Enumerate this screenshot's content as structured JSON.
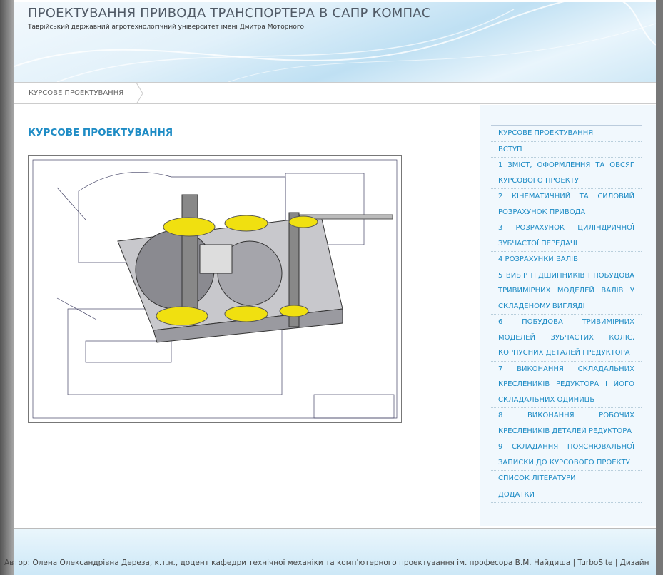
{
  "header": {
    "title": "ПРОЕКТУВАННЯ ПРИВОДА ТРАНСПОРТЕРА В САПР КОМПАС",
    "subtitle": "Таврійський державний агротехнологічний університет імені Дмитра Моторного"
  },
  "breadcrumb": {
    "current": "КУРСОВЕ ПРОЕКТУВАННЯ"
  },
  "main": {
    "heading": "КУРСОВЕ ПРОЕКТУВАННЯ"
  },
  "sidebar": {
    "items": [
      {
        "label": "КУРСОВЕ ПРОЕКТУВАННЯ"
      },
      {
        "label": "ВСТУП"
      },
      {
        "label": "1 ЗМІСТ, ОФОРМЛЕННЯ ТА ОБСЯГ КУРСОВОГО ПРОЕКТУ"
      },
      {
        "label": "2 КІНЕМАТИЧНИЙ ТА СИЛОВИЙ РОЗРАХУНОК ПРИВОДА"
      },
      {
        "label": "3 РОЗРАХУНОК ЦИЛІНДРИЧНОЇ ЗУБЧАСТОЇ ПЕРЕДАЧІ"
      },
      {
        "label": "4 РОЗРАХУНКИ ВАЛІВ"
      },
      {
        "label": "5 ВИБІР ПІДШИПНИКІВ І ПОБУДОВА ТРИВИМІРНИХ МОДЕЛЕЙ ВАЛІВ У СКЛАДЕНОМУ ВИГЛЯДІ"
      },
      {
        "label": "6 ПОБУДОВА ТРИВИМІРНИХ МОДЕЛЕЙ ЗУБЧАСТИХ КОЛІС, КОРПУСНИХ ДЕТАЛЕЙ І РЕДУКТОРА"
      },
      {
        "label": "7 ВИКОНАННЯ СКЛАДАЛЬНИХ КРЕСЛЕНИКІВ РЕДУКТОРА І ЙОГО СКЛАДАЛЬНИХ ОДИНИЦЬ"
      },
      {
        "label": "8 ВИКОНАННЯ РОБОЧИХ КРЕСЛЕНИКІВ ДЕТАЛЕЙ РЕДУКТОРА"
      },
      {
        "label": "9 СКЛАДАННЯ ПОЯСНЮВАЛЬНОЇ ЗАПИСКИ ДО КУРСОВОГО ПРОЕКТУ"
      },
      {
        "label": "СПИСОК ЛІТЕРАТУРИ"
      },
      {
        "label": "ДОДАТКИ"
      }
    ]
  },
  "footer": {
    "text": "Автор: Олена Олександрівна Дереза, к.т.н., доцент кафедри технічної механіки та комп'ютерного проектування ім. професора В.М. Найдиша | TurboSite | Дизайн"
  }
}
